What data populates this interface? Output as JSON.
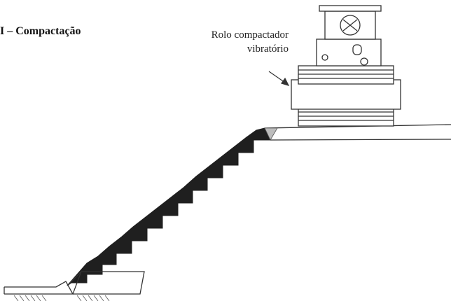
{
  "title": "I – Compactação",
  "roller_label": {
    "line1": "Rolo compactador",
    "line2": "vibratório"
  },
  "colors": {
    "line": "#333333",
    "compacted_layer": "#1f1f1f",
    "light_layer": "#bdbdbd",
    "background": "#ffffff"
  }
}
